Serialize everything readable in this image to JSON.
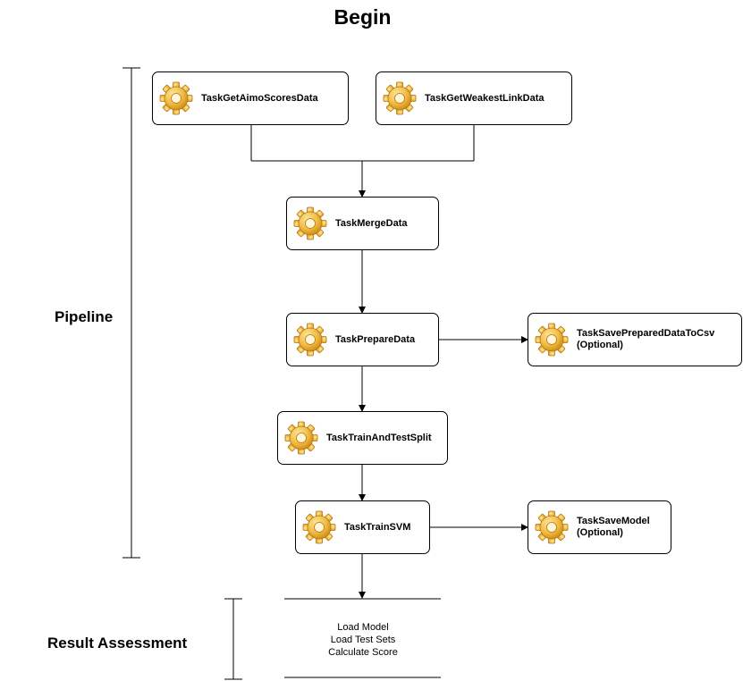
{
  "title": "Begin",
  "sections": {
    "pipeline": "Pipeline",
    "result_assessment": "Result Assessment"
  },
  "tasks": {
    "get_aimo_scores": "TaskGetAimoScoresData",
    "get_weakest_link": "TaskGetWeakestLinkData",
    "merge_data": "TaskMergeData",
    "prepare_data": "TaskPrepareData",
    "save_prepared": {
      "line1": "TaskSavePreparedDataToCsv",
      "line2": "(Optional)"
    },
    "train_test_split": "TaskTrainAndTestSplit",
    "train_svm": "TaskTrainSVM",
    "save_model": {
      "line1": "TaskSaveModel",
      "line2": "(Optional)"
    }
  },
  "result_steps": [
    "Load Model",
    "Load Test Sets",
    "Calculate Score"
  ],
  "icons": {
    "task": "gear-icon"
  },
  "colors": {
    "gear_light": "#fde7a0",
    "gear_mid": "#f2bc45",
    "gear_dark": "#c98612"
  }
}
